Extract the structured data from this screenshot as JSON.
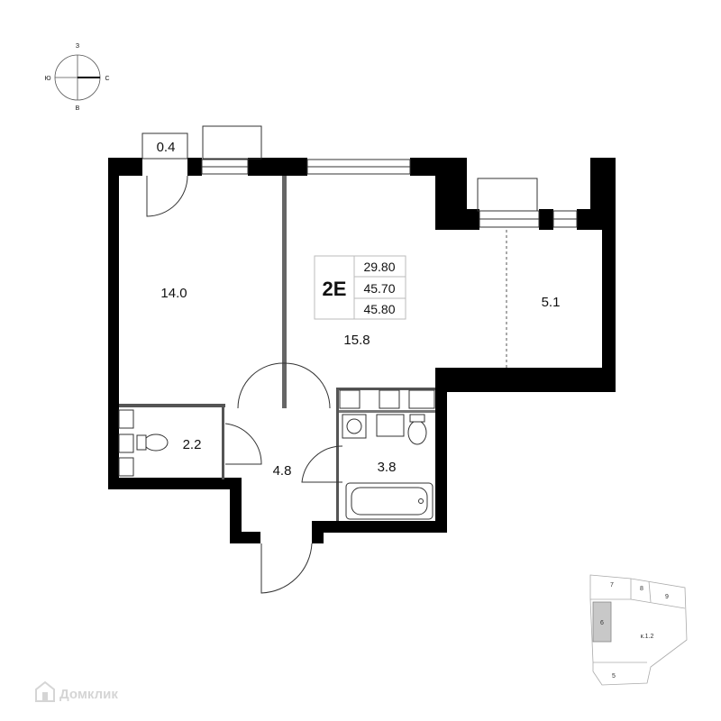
{
  "compass": {
    "north": "З",
    "west": "Ю",
    "east": "С",
    "south": "В"
  },
  "rooms": [
    {
      "id": "loggia-small",
      "area": "0.4"
    },
    {
      "id": "bedroom",
      "area": "14.0"
    },
    {
      "id": "living",
      "area": "15.8"
    },
    {
      "id": "balcony",
      "area": "5.1"
    },
    {
      "id": "toilet",
      "area": "2.2"
    },
    {
      "id": "hall",
      "area": "4.8"
    },
    {
      "id": "bathroom",
      "area": "3.8"
    }
  ],
  "apartment": {
    "type": "2Е",
    "area_living": "29.80",
    "area_total": "45.70",
    "area_with_balcony": "45.80"
  },
  "key_plan": {
    "sections": [
      "7",
      "8",
      "9",
      "6",
      "5"
    ],
    "building": "к.1.2",
    "highlighted": "6"
  },
  "brand": {
    "name": "Домклик"
  }
}
